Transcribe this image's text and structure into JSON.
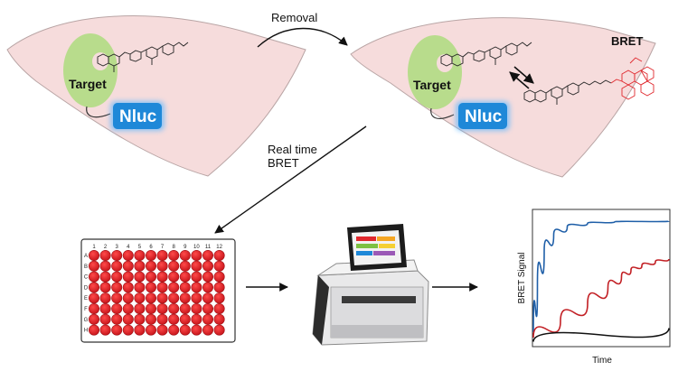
{
  "labels": {
    "removal": "Removal",
    "bret": "BRET",
    "real_time_line1": "Real time",
    "real_time_line2": "BRET",
    "target_left": "Target",
    "target_right": "Target",
    "nluc_left": "Nluc",
    "nluc_right": "Nluc"
  },
  "plate": {
    "columns": [
      "1",
      "2",
      "3",
      "4",
      "5",
      "6",
      "7",
      "8",
      "9",
      "10",
      "11",
      "12"
    ],
    "rows": [
      "A",
      "B",
      "C",
      "D",
      "E",
      "F",
      "G",
      "H"
    ],
    "well_color": "#e0282d"
  },
  "colors": {
    "cell": "#f6dcdc",
    "target": "#b8dc8c",
    "nluc": "#1e88d8",
    "tracer": "#e0282d"
  },
  "chart_data": {
    "type": "line",
    "xlabel": "Time",
    "ylabel": "BRET Signal",
    "grid": false,
    "series": [
      {
        "color": "#1f5fa8",
        "points": [
          [
            0,
            0.1
          ],
          [
            0.03,
            0.45
          ],
          [
            0.08,
            0.7
          ],
          [
            0.15,
            0.82
          ],
          [
            0.25,
            0.88
          ],
          [
            0.4,
            0.905
          ],
          [
            0.6,
            0.915
          ],
          [
            1,
            0.92
          ]
        ]
      },
      {
        "color": "#c21f24",
        "points": [
          [
            0,
            0.06
          ],
          [
            0.2,
            0.18
          ],
          [
            0.4,
            0.31
          ],
          [
            0.55,
            0.43
          ],
          [
            0.65,
            0.51
          ],
          [
            0.72,
            0.56
          ],
          [
            0.8,
            0.59
          ],
          [
            0.9,
            0.62
          ],
          [
            1,
            0.64
          ]
        ]
      },
      {
        "color": "#111111",
        "points": [
          [
            0,
            0.03
          ],
          [
            1,
            0.13
          ]
        ]
      }
    ]
  }
}
